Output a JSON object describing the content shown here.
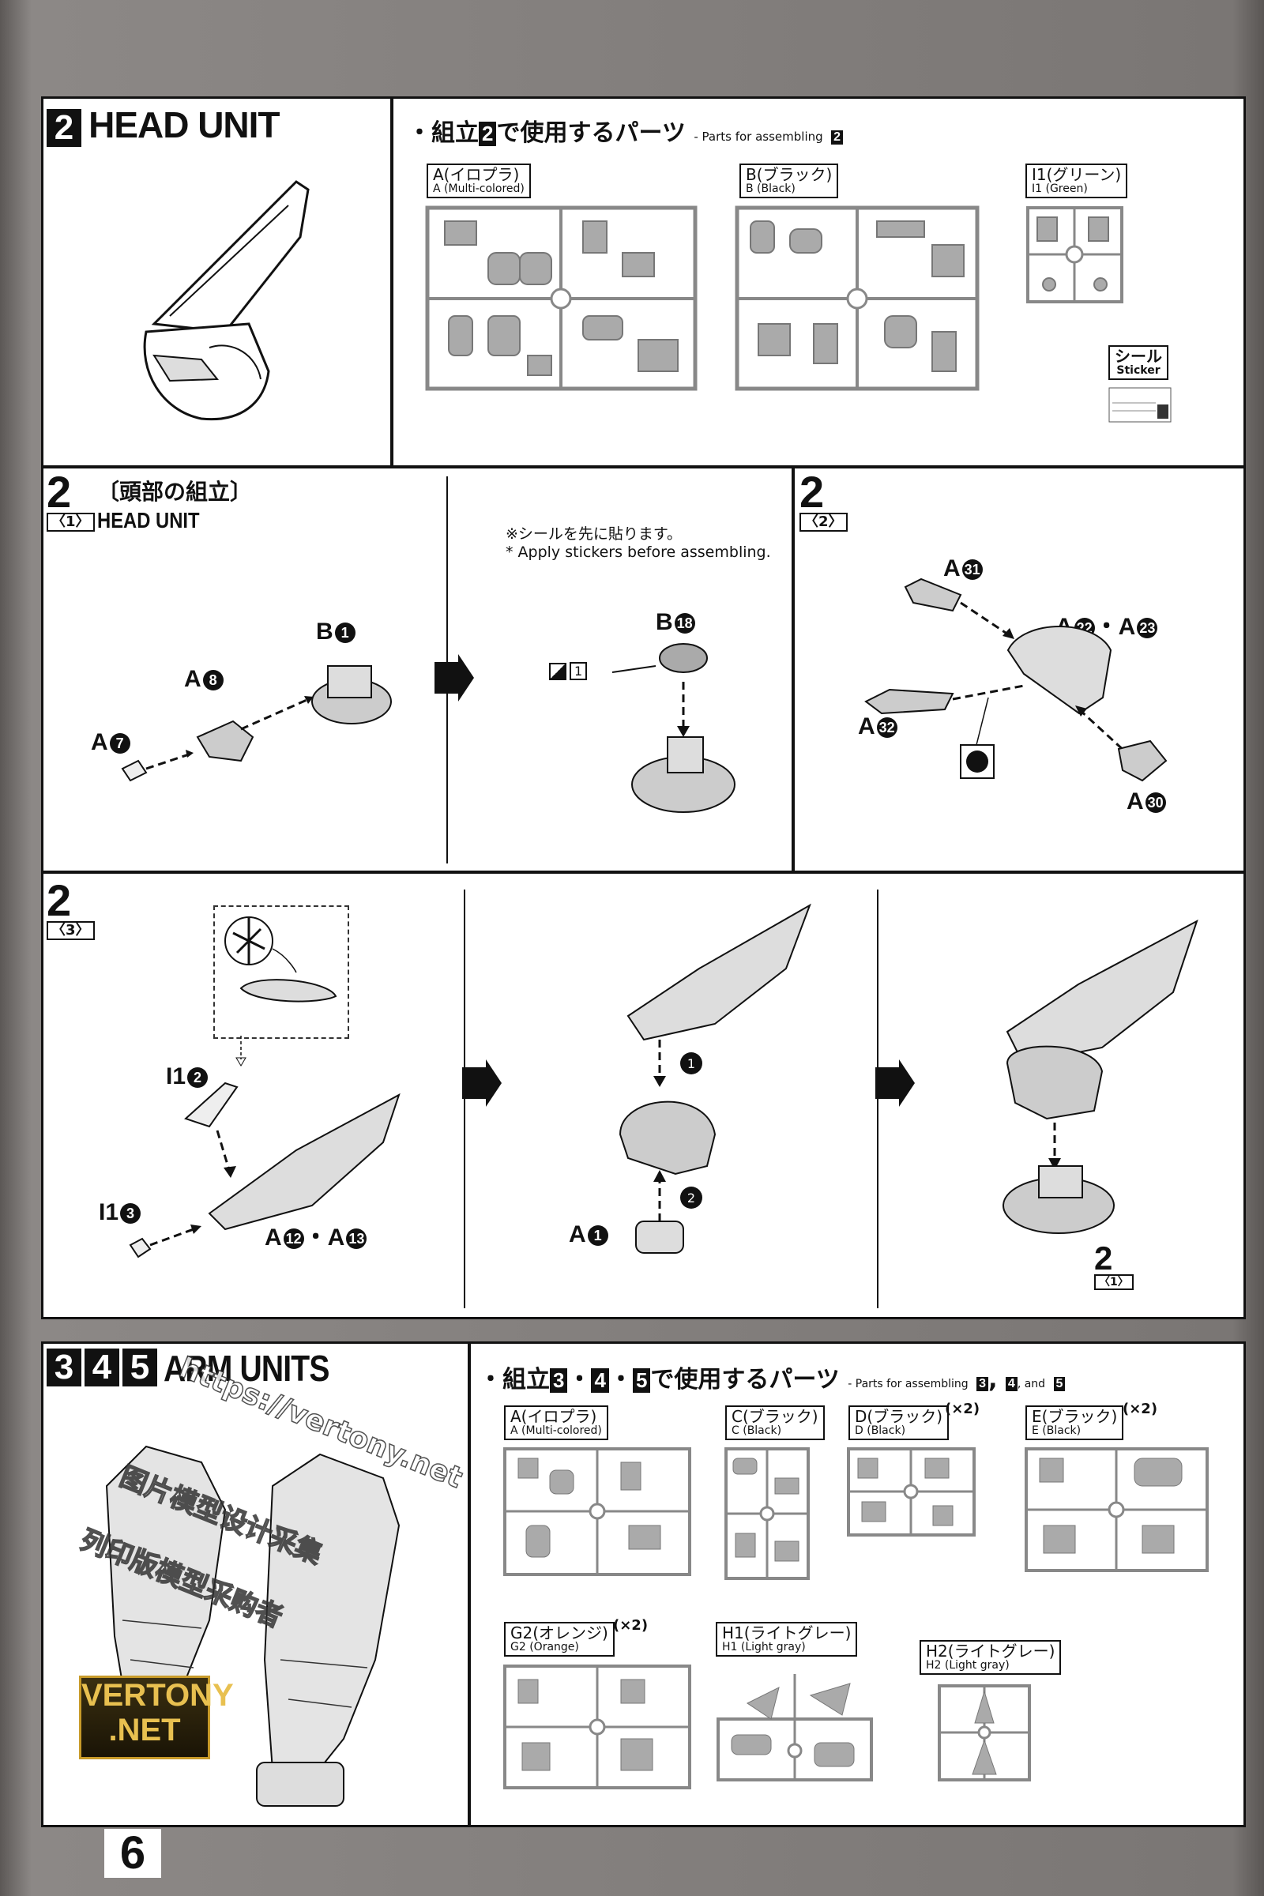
{
  "sec1": {
    "num": "2",
    "title": "HEAD UNIT",
    "parts_jp": "・組立",
    "parts_num": "2",
    "parts_jp2": "で使用するパーツ",
    "parts_en": "- Parts for assembling",
    "parts_en_num": "2",
    "runners": [
      {
        "jp": "A(イロプラ)",
        "en": "A (Multi-colored)"
      },
      {
        "jp": "B(ブラック)",
        "en": "B (Black)"
      },
      {
        "jp": "I1(グリーン)",
        "en": "I1 (Green)"
      }
    ],
    "sticker_jp": "シール",
    "sticker_en": "Sticker"
  },
  "step1": {
    "num": "2",
    "sub": "〈1〉",
    "title_jp": "〔頭部の組立〕",
    "title_en": "HEAD UNIT",
    "labels": {
      "a7": "A",
      "a7n": "7",
      "a8": "A",
      "a8n": "8",
      "b1": "B",
      "b1n": "1",
      "b18": "B",
      "b18n": "18"
    },
    "note_jp": "※シールを先に貼ります。",
    "note_en": "* Apply stickers before assembling.",
    "sticker_ref": "1"
  },
  "step2": {
    "num": "2",
    "sub": "〈2〉",
    "labels": {
      "a31": "A",
      "a31n": "31",
      "a22": "A",
      "a22n": "22",
      "dot": "・",
      "a23": "A",
      "a23n": "23",
      "a32": "A",
      "a32n": "32",
      "a30": "A",
      "a30n": "30"
    }
  },
  "step3": {
    "num": "2",
    "sub": "〈3〉",
    "labels": {
      "i12": "I1",
      "i12n": "2",
      "i13": "I1",
      "i13n": "3",
      "a12": "A",
      "a12n": "12",
      "dot": "・",
      "a13": "A",
      "a13n": "13",
      "a1": "A",
      "a1n": "1",
      "o1": "1",
      "o2": "2"
    },
    "ref_num": "2",
    "ref_sub": "〈1〉"
  },
  "sec2": {
    "nums": [
      "3",
      "4",
      "5"
    ],
    "title": "ARM UNITS",
    "parts_jp": "・組立",
    "parts_jp2": "で使用するパーツ",
    "parts_en": "- Parts for assembling",
    "and": ", and",
    "runners": [
      {
        "jp": "A(イロプラ)",
        "en": "A (Multi-colored)",
        "mult": ""
      },
      {
        "jp": "C(ブラック)",
        "en": "C (Black)",
        "mult": ""
      },
      {
        "jp": "D(ブラック)",
        "en": "D (Black)",
        "mult": "(×2)"
      },
      {
        "jp": "E(ブラック)",
        "en": "E (Black)",
        "mult": "(×2)"
      },
      {
        "jp": "G2(オレンジ)",
        "en": "G2 (Orange)",
        "mult": "(×2)"
      },
      {
        "jp": "H1(ライトグレー)",
        "en": "H1 (Light gray)",
        "mult": ""
      },
      {
        "jp": "H2(ライトグレー)",
        "en": "H2 (Light gray)",
        "mult": ""
      }
    ]
  },
  "watermark": {
    "url": "https://vertony.net",
    "line1": "图片模型设计采集",
    "line2": "列印版模型采购者",
    "logo1": "VERTONY",
    "logo2": ".NET"
  },
  "page_number": "6",
  "colors": {
    "line": "#111111",
    "panel": "#ffffff",
    "frame": "#6e6a68",
    "runner": "#8a8a8a"
  }
}
